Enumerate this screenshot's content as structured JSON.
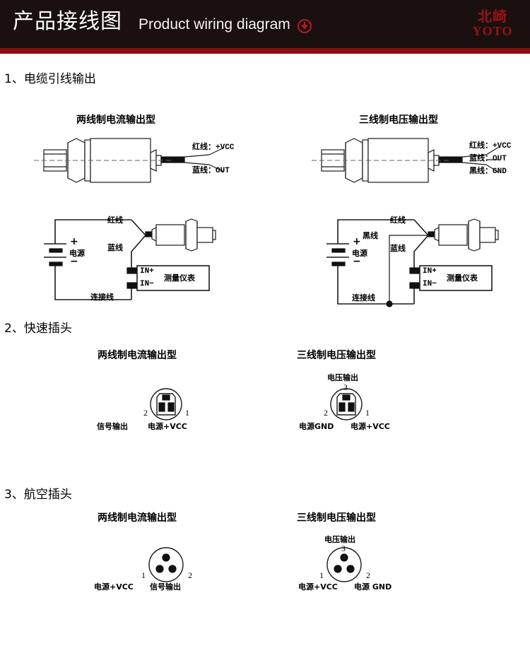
{
  "header": {
    "title_cn": "产品接线图",
    "title_en": "Product wiring diagram",
    "arrow_icon": "circle-down-arrow-icon",
    "brand_cn": "北崎",
    "brand_en": "YOTO",
    "bg_color": "#19100f",
    "accent_color": "#8a0c11"
  },
  "sections": [
    {
      "number": "1、",
      "heading": "电缆引线输出",
      "left": {
        "title": "两线制电流输出型",
        "wire_labels": [
          "红线：+VCC",
          "蓝线：OUT"
        ]
      },
      "right": {
        "title": "三线制电压输出型",
        "wire_labels": [
          "红线：+VCC",
          "蓝线：OUT",
          "黑线：GND"
        ]
      },
      "circuit_left": {
        "power_label": "电源",
        "plus": "+",
        "minus": "−",
        "red_wire": "红线",
        "blue_wire": "蓝线",
        "connect_wire": "连接线",
        "meter_label": "测量仪表",
        "terminal_in_plus": "IN+",
        "terminal_in_minus": "IN−"
      },
      "circuit_right": {
        "power_label": "电源",
        "plus": "+",
        "minus": "−",
        "red_wire": "红线",
        "black_wire": "黑线",
        "blue_wire": "蓝线",
        "connect_wire": "连接线",
        "meter_label": "测量仪表",
        "terminal_in_plus": "IN+",
        "terminal_in_minus": "IN−"
      }
    },
    {
      "number": "2、",
      "heading": "快速插头",
      "left": {
        "title": "两线制电流输出型",
        "connector_type": "din-connector-icon",
        "pin_top_label": "",
        "pin_top_num": "",
        "pin_left_num": "2",
        "pin_right_num": "1",
        "pin_left_label": "信号输出",
        "pin_right_label": "电源+VCC"
      },
      "right": {
        "title": "三线制电压输出型",
        "connector_type": "din-connector-icon",
        "pin_top_label": "电压输出",
        "pin_top_num": "3",
        "pin_left_num": "2",
        "pin_right_num": "1",
        "pin_left_label": "电源GND",
        "pin_right_label": "电源+VCC"
      }
    },
    {
      "number": "3、",
      "heading": "航空插头",
      "left": {
        "title": "两线制电流输出型",
        "connector_type": "aviation-connector-icon",
        "pin_top_label": "",
        "pin_top_num": "",
        "pin_left_num": "1",
        "pin_right_num": "2",
        "pin_left_label": "电源+VCC",
        "pin_right_label": "信号输出"
      },
      "right": {
        "title": "三线制电压输出型",
        "connector_type": "aviation-connector-icon",
        "pin_top_label": "电压输出",
        "pin_top_num": "3",
        "pin_left_num": "1",
        "pin_right_num": "2",
        "pin_left_label": "电源+VCC",
        "pin_right_label": "电源 GND"
      }
    }
  ]
}
